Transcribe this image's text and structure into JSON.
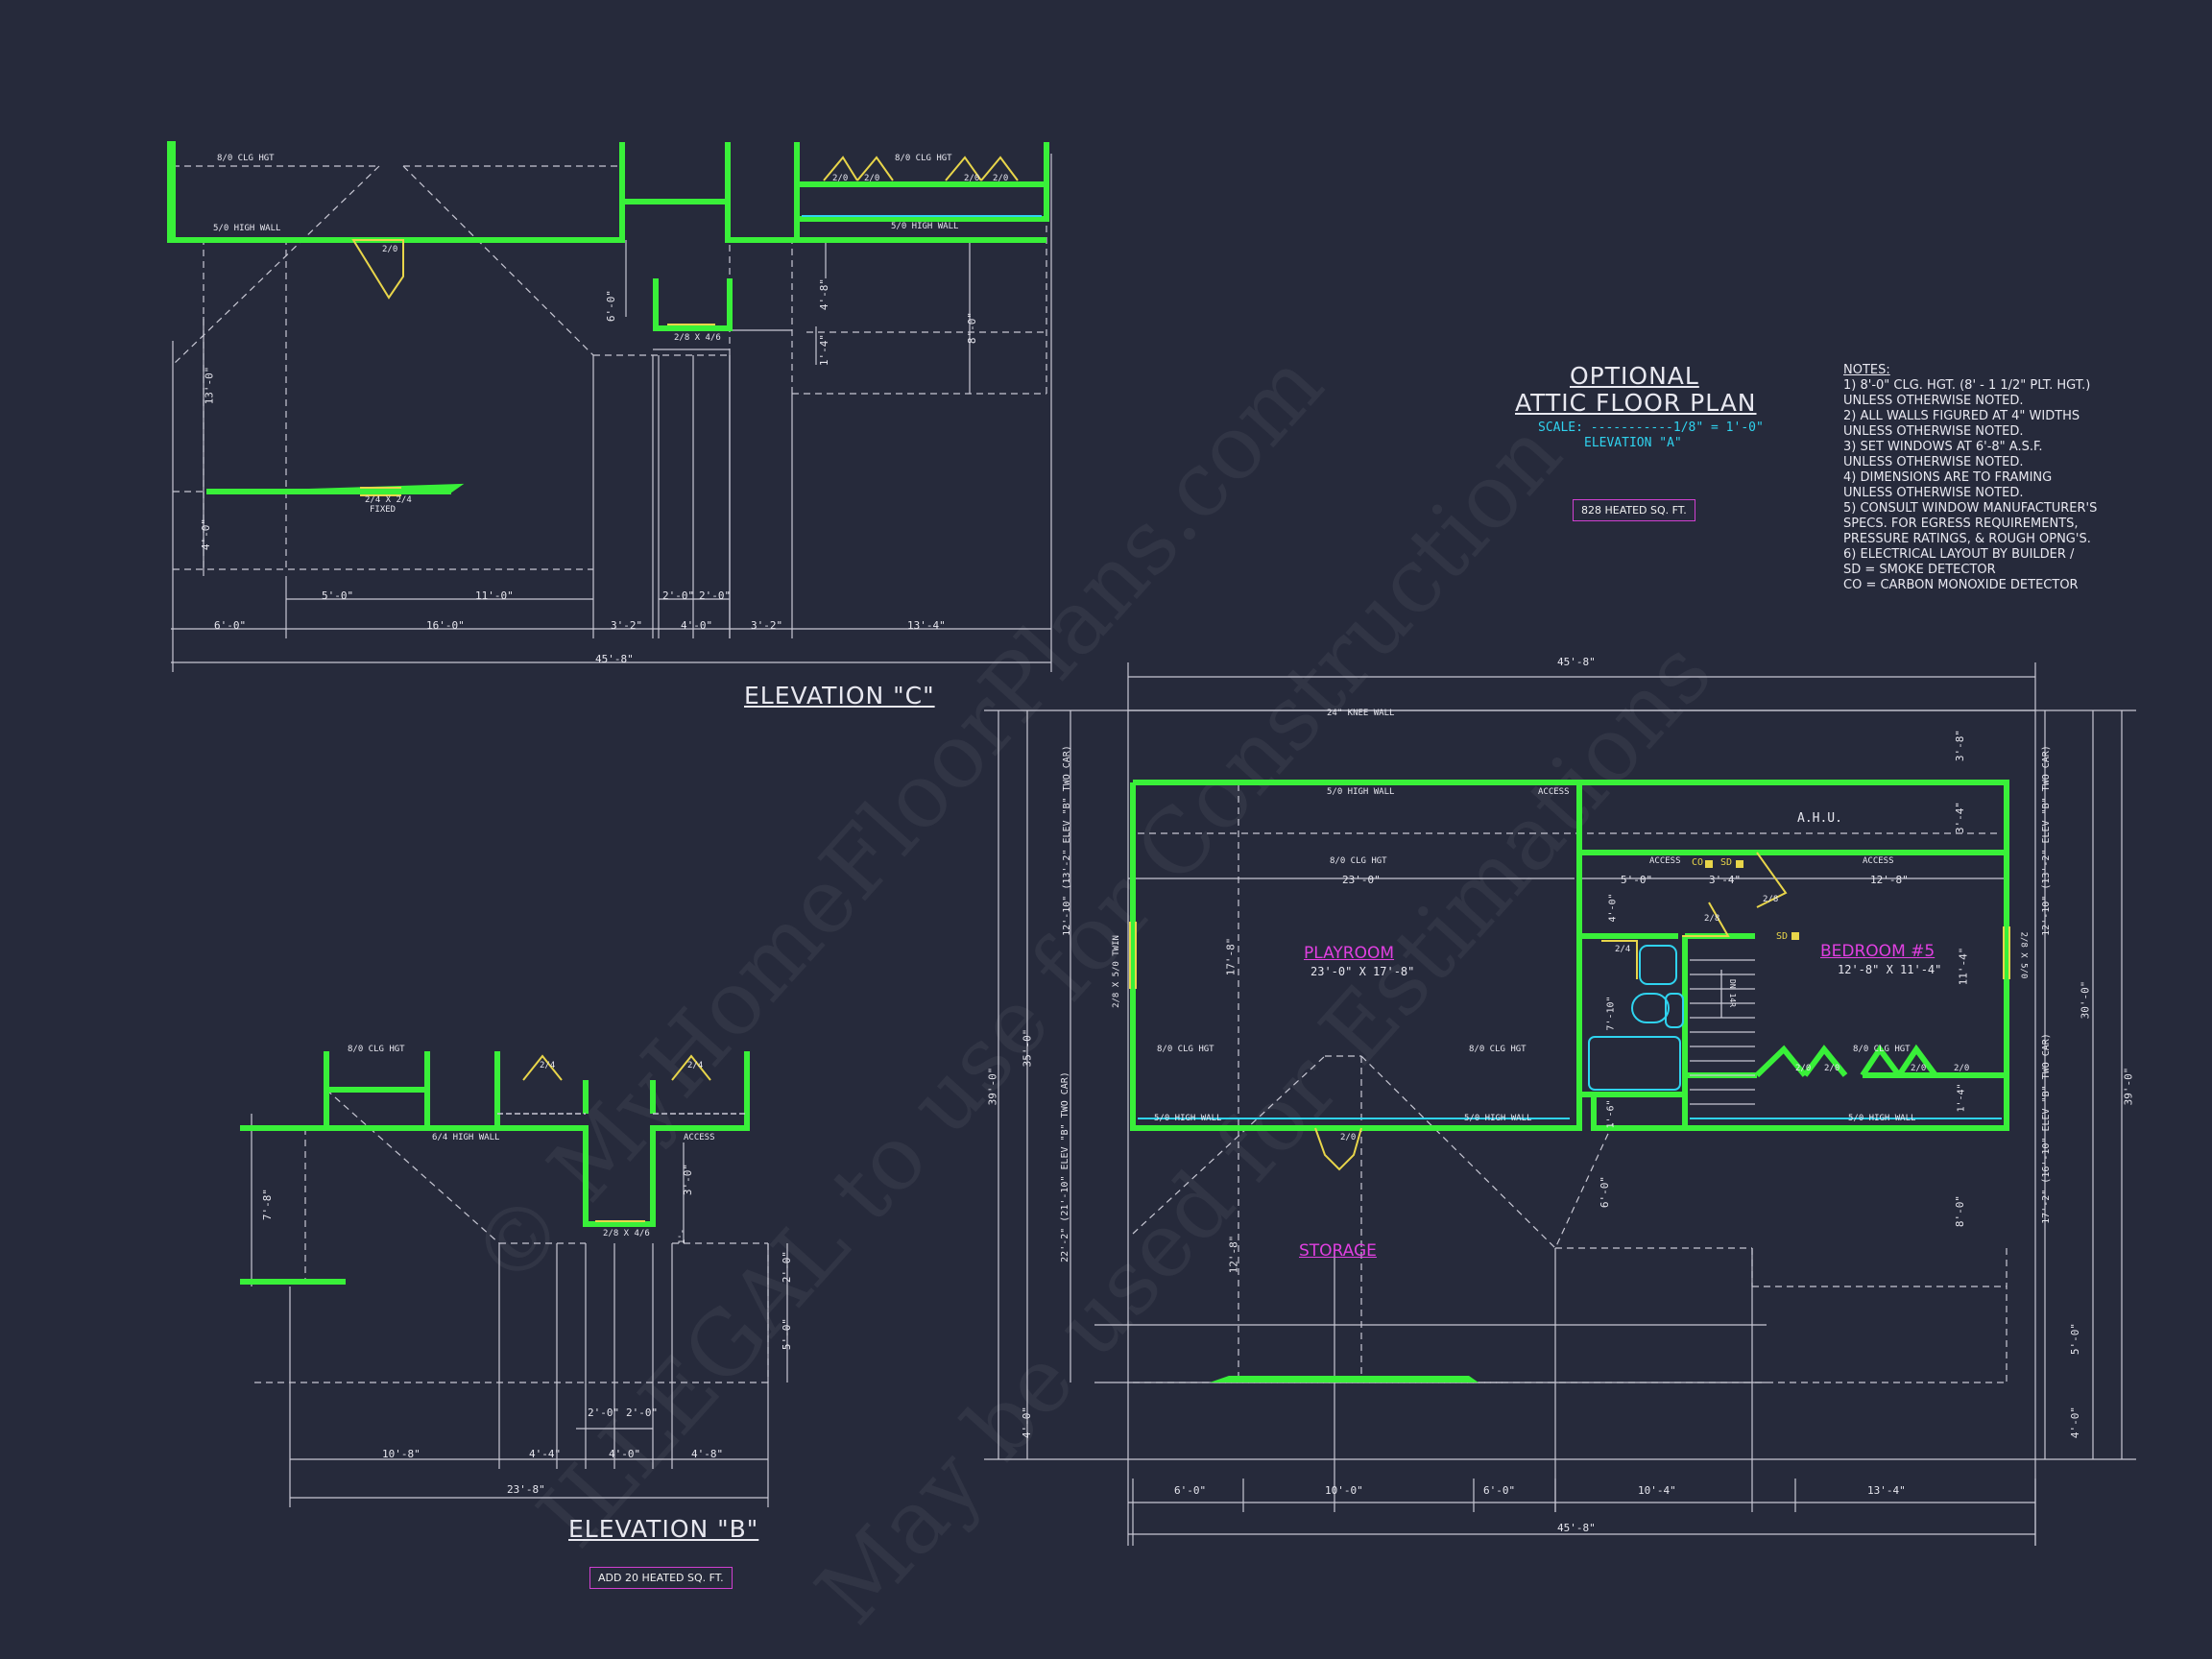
{
  "watermark": {
    "line1": "© MyHomeFloorPlans.com",
    "line2": "ILLEGAL to use for Construction",
    "line3": "May be used for Estimations"
  },
  "attic_plan": {
    "title_line1": "OPTIONAL",
    "title_line2": "ATTIC FLOOR PLAN",
    "scale": "SCALE: -----------1/8\" = 1'-0\"",
    "elevation": "ELEVATION \"A\"",
    "heated": "828 HEATED SQ. FT."
  },
  "notes": {
    "heading": "NOTES:",
    "lines": [
      "1) 8'-0\"  CLG. HGT. (8' - 1 1/2\" PLT. HGT.)",
      "    UNLESS OTHERWISE NOTED.",
      "2) ALL  WALLS FIGURED AT 4\" WIDTHS",
      "    UNLESS OTHERWISE NOTED.",
      "3) SET WINDOWS AT 6'-8\" A.S.F.",
      "    UNLESS OTHERWISE NOTED.",
      "4) DIMENSIONS ARE TO FRAMING",
      "    UNLESS OTHERWISE NOTED.",
      "5) CONSULT WINDOW MANUFACTURER'S",
      "    SPECS. FOR EGRESS REQUIREMENTS,",
      "    PRESSURE RATINGS, & ROUGH OPNG'S.",
      "6) ELECTRICAL LAYOUT BY BUILDER /",
      "    SD = SMOKE DETECTOR",
      "    CO = CARBON MONOXIDE DETECTOR"
    ]
  },
  "elevation_c": {
    "title": "ELEVATION \"C\"",
    "labels": {
      "clg1": "8/0 CLG HGT",
      "clg2": "8/0 CLG HGT",
      "wall1": "5/0 HIGH WALL",
      "wall2": "5/0 HIGH WALL",
      "win1": "2/0",
      "win2": "2/8 X 4/6",
      "win3": "2/4 X 2/4",
      "win3b": "FIXED",
      "w20a": "2/0",
      "w20b": "2/0",
      "w20c": "2/0",
      "w20d": "2/0"
    },
    "dims": {
      "d_6_0": "6'-0\"",
      "d_16_0": "16'-0\"",
      "d_3_2a": "3'-2\"",
      "d_4_0": "4'-0\"",
      "d_3_2b": "3'-2\"",
      "d_13_4": "13'-4\"",
      "d_5_0": "5'-0\"",
      "d_11_0": "11'-0\"",
      "d_2_0a": "2'-0\"",
      "d_2_0b": "2'-0\"",
      "d_total": "45'-8\"",
      "v_13_0": "13'-0\"",
      "v_4_0": "4'-0\"",
      "v_6_0": "6'-0\"",
      "v_4_8": "4'-8\"",
      "v_1_4": "1'-4\"",
      "v_8_0": "8'-0\""
    }
  },
  "elevation_b": {
    "title": "ELEVATION \"B\"",
    "heated": "ADD 20 HEATED SQ. FT.",
    "labels": {
      "clg": "8/0 CLG HGT",
      "wall": "6/4 HIGH WALL",
      "access": "ACCESS",
      "win1": "2/4",
      "win2": "2/4",
      "win3": "2/8 X 4/6"
    },
    "dims": {
      "d_10_8": "10'-8\"",
      "d_4_4": "4'-4\"",
      "d_4_0": "4'-0\"",
      "d_4_8": "4'-8\"",
      "d_2_0a": "2'-0\"",
      "d_2_0b": "2'-0\"",
      "d_total": "23'-8\"",
      "v_7_8": "7'-8\"",
      "v_3_0": "3'-0\"",
      "v_2_0": "2'-0\"",
      "v_5_0": "5'-0\"",
      "v_1": "1'-"
    }
  },
  "plan": {
    "rooms": {
      "playroom": "PLAYROOM",
      "playroom_dim": "23'-0\" X 17'-8\"",
      "bedroom": "BEDROOM #5",
      "bedroom_dim": "12'-8\" X 11'-4\"",
      "storage": "STORAGE",
      "ahu": "A.H.U."
    },
    "labels": {
      "knee": "24\" KNEE WALL",
      "wall_top": "5/0 HIGH WALL",
      "access1": "ACCESS",
      "access2": "ACCESS",
      "access3": "ACCESS",
      "clg_top": "8/0 CLG HGT",
      "clg_l": "8/0 CLG HGT",
      "clg_m": "8/0 CLG HGT",
      "clg_r": "8/0 CLG HGT",
      "wall_bl": "5/0 HIGH WALL",
      "wall_bm": "5/0 HIGH WALL",
      "wall_br": "5/0 HIGH WALL",
      "co": "CO",
      "sd": "SD",
      "sd2": "SD",
      "twin": "2/8 X 5/0 TWIN",
      "win_r": "2/8 X 5/0",
      "win_b": "2/0",
      "door1": "2/8",
      "door2": "2/8",
      "door3": "2/4",
      "stairs": "DN 14R",
      "w1": "2/0",
      "w2": "2/0",
      "w3": "2/0",
      "w4": "2/0"
    },
    "dims": {
      "top_total": "45'-8\"",
      "d_23_0": "23'-0\"",
      "d_5_0": "5'-0\"",
      "d_3_4": "3'-4\"",
      "d_12_8": "12'-8\"",
      "v_4_0": "4'-0\"",
      "v_7_10": "7'-10\"",
      "v_17_8": "17'-8\"",
      "v_12_8": "12'-8\"",
      "v_6_0": "6'-0\"",
      "v_1_6": "1'-6\"",
      "v_3_8": "3'-8\"",
      "v_3_4": "3'-4\"",
      "v_11_4": "11'-4\"",
      "v_1_4": "1'-4\"",
      "v_8_0": "8'-0\"",
      "v_30_0": "30'-0\"",
      "v_39_0l": "39'-0\"",
      "v_39_0r": "39'-0\"",
      "v_35_0": "35'-0\"",
      "v_4_0b": "4'-0\"",
      "v_5_0": "5'-0\"",
      "v_4_0c": "4'-0\"",
      "left_a": "12'-10\" (13'-2\" ELEV \"B\" TWO CAR)",
      "left_b": "22'-2\" (21'-10\" ELEV \"B\" TWO CAR)",
      "right_a": "12'-10\" (13'-2\" ELEV \"B\" TWO CAR)",
      "right_b": "17'-2\" (16'-10\" ELEV \"B\" TWO CAR)",
      "b_6_0a": "6'-0\"",
      "b_10_0": "10'-0\"",
      "b_6_0b": "6'-0\"",
      "b_10_4": "10'-4\"",
      "b_13_4": "13'-4\"",
      "bottom_total": "45'-8\""
    }
  },
  "colors": {
    "background": "#262a3b",
    "wall": "#39f039",
    "line": "#c8c8d4",
    "accent_cyan": "#2fd3ef",
    "accent_magenta": "#e040e0",
    "window": "#e8d54a"
  }
}
